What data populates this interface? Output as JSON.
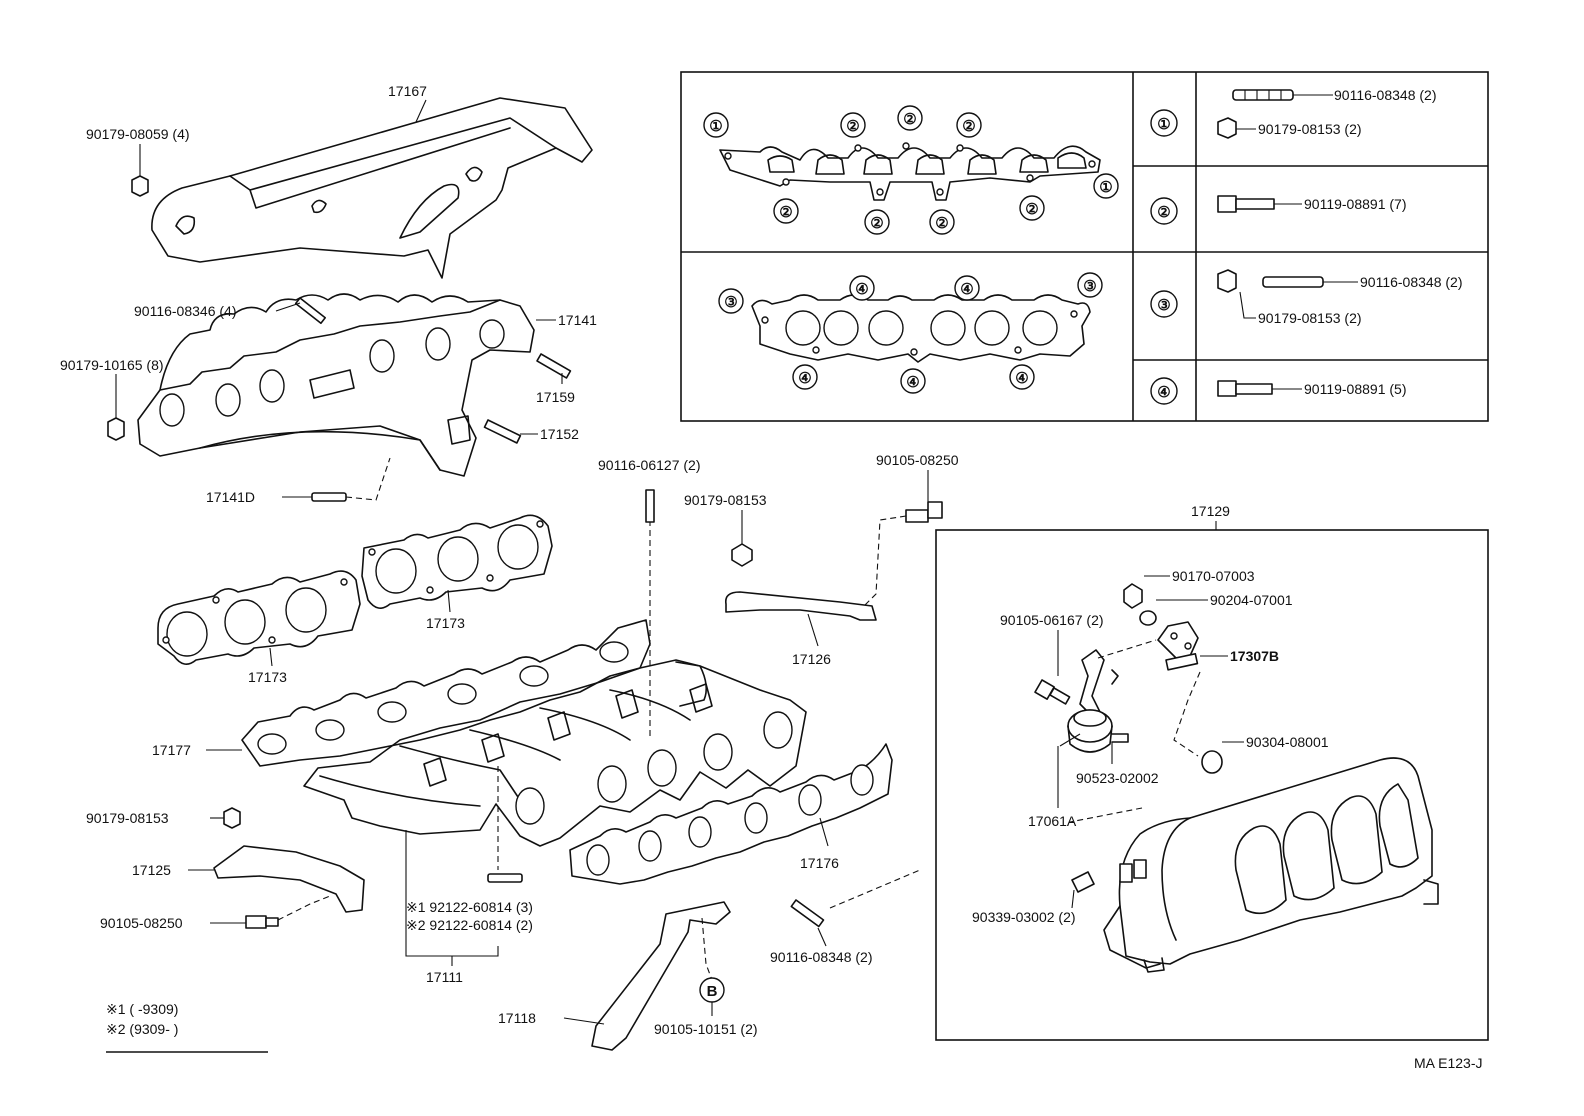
{
  "labels": {
    "p17167": "17167",
    "p90179_08059": "90179-08059 (4)",
    "p90116_08346": "90116-08346 (4)",
    "p17141": "17141",
    "p90179_10165": "90179-10165 (8)",
    "p17159": "17159",
    "p17152": "17152",
    "p17141D": "17141D",
    "p17173a": "17173",
    "p17173b": "17173",
    "p90116_06127": "90116-06127 (2)",
    "p90179_08153a": "90179-08153",
    "p90105_08250a": "90105-08250",
    "p17126": "17126",
    "p17177": "17177",
    "p90179_08153b": "90179-08153",
    "p17125": "17125",
    "p90105_08250b": "90105-08250",
    "p17176": "17176",
    "p92122_1": "※1 92122-60814 (3)",
    "p92122_2": "※2 92122-60814 (2)",
    "p17111": "17111",
    "p17118": "17118",
    "p90105_10151": "90105-10151 (2)",
    "p90116_08348c": "90116-08348 (2)",
    "p17129": "17129",
    "p90170_07003": "90170-07003",
    "p90204_07001": "90204-07001",
    "p90105_06167": "90105-06167 (2)",
    "p17307B": "17307B",
    "p90304_08001": "90304-08001",
    "p90523_02002": "90523-02002",
    "p17061A": "17061A",
    "p90339_03002": "90339-03002 (2)",
    "ref": "MA E123-J"
  },
  "legend": {
    "n1": "①",
    "n2": "②",
    "n3": "③",
    "n4": "④",
    "row1_a": "90116-08348 (2)",
    "row1_b": "90179-08153 (2)",
    "row2": "90119-08891 (7)",
    "row3_a": "90116-08348 (2)",
    "row3_b": "90179-08153 (2)",
    "row4": "90119-08891 (5)"
  },
  "notes": {
    "note1": "※1 (       -9309)",
    "note2": "※2 (9309-         )"
  }
}
